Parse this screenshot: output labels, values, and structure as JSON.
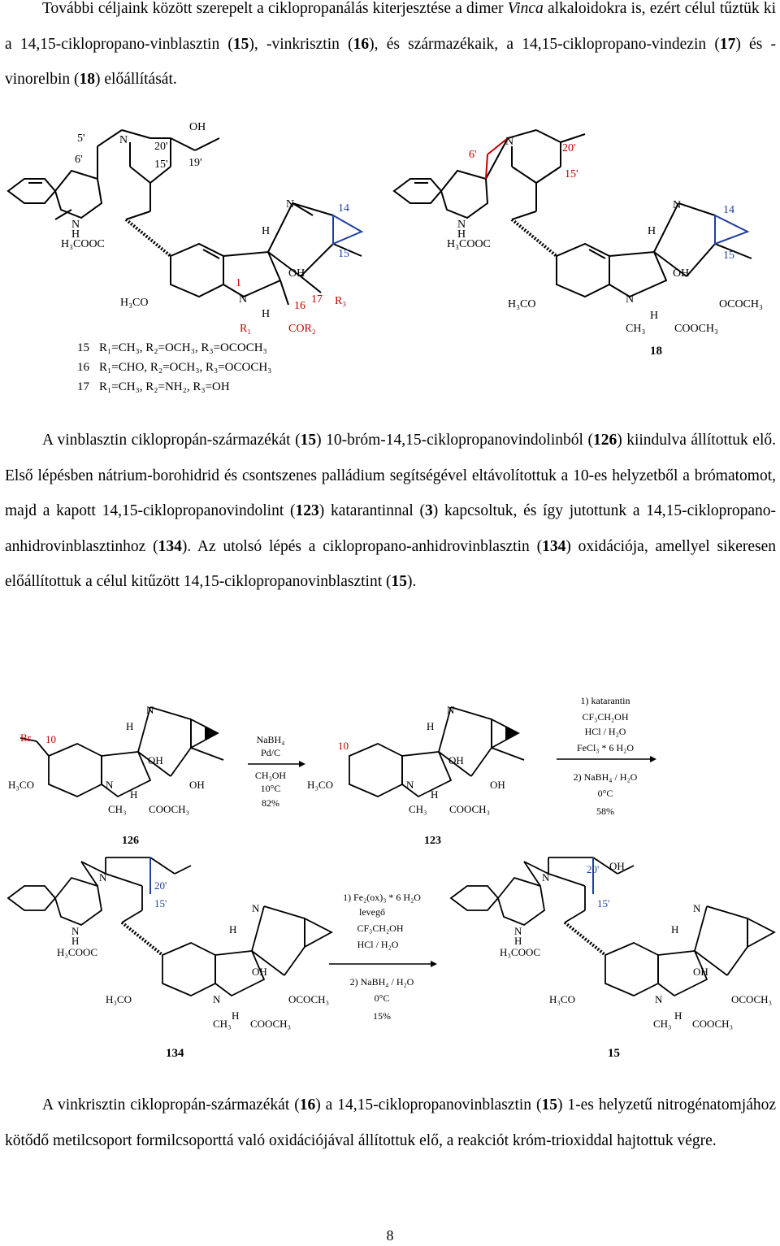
{
  "page_number": "8",
  "paragraph1": {
    "t1": "További céljaink között szerepelt a ciklopropanálás kiterjesztése a dimer ",
    "t2": "Vinca",
    "t3": " alkaloidokra is, ezért célul tűztük ki a 14,15-ciklopropano-vinblasztin (",
    "b1": "15",
    "t4": "), -vinkrisztin (",
    "b2": "16",
    "t5": "), és származékaik, a 14,15-ciklopropano-vindezin (",
    "b3": "17",
    "t6": ") és -vinorelbin (",
    "b4": "18",
    "t7": ") előállítását."
  },
  "paragraph2": {
    "t1": "A vinblasztin ciklopropán-származékát (",
    "b1": "15",
    "t2": ") 10-bróm-14,15-ciklopropanovindolinból (",
    "b2": "126",
    "t3": ") kiindulva állítottuk elő. Első lépésben nátrium-borohidrid és csontszenes palládium segítségével eltávolítottuk a 10-es helyzetből a brómatomot, majd a kapott 14,15-ciklopropanovindolint (",
    "b3": "123",
    "t4": ") katarantinnal (",
    "b4": "3",
    "t5": ") kapcsoltuk, és így jutottunk a 14,15-ciklopropano-anhidrovinblasztinhoz (",
    "b5": "134",
    "t6": "). Az utolsó lépés a ciklopropano-anhidrovinblasztin (",
    "b6": "134",
    "t7": ") oxidációja, amellyel sikeresen előállítottuk a célul kitűzött 14,15-ciklopropanovinblasztint (",
    "b7": "15",
    "t8": ")."
  },
  "paragraph3": {
    "t1": "A vinkrisztin ciklopropán-származékát (",
    "b1": "16",
    "t2": ") a 14,15-ciklopropanovinblasztin (",
    "b2": "15",
    "t3": ") 1-es helyzetű nitrogénatomjához kötődő metilcsoport formilcsoporttá való oxidációjával állítottuk elő, a reakciót króm-trioxiddal hajtottuk végre."
  },
  "scheme1": {
    "atoms": {
      "n": "N",
      "h": "H",
      "oh": "OH",
      "h3cooc": "H₃COOC",
      "h3co": "H₃CO",
      "cor2": "COR₂",
      "r1": "R₁",
      "r3": "R₃",
      "ococh3": "OCOCH₃",
      "cooch3": "COOCH₃",
      "ch3": "CH₃"
    },
    "positions": {
      "p5p": "5'",
      "p6p": "6'",
      "p20p": "20'",
      "p15p": "15'",
      "p19p": "19'",
      "p14": "14",
      "p15": "15",
      "p1": "1",
      "p16": "16",
      "p17": "17"
    },
    "compounds": [
      {
        "num": "15",
        "desc": "R₁=CH₃, R₂=OCH₃, R₃=OCOCH₃"
      },
      {
        "num": "16",
        "desc": "R₁=CHO, R₂=OCH₃, R₃=OCOCH₃"
      },
      {
        "num": "17",
        "desc": "R₁=CH₃, R₂=NH₂, R₃=OH"
      }
    ],
    "compound18": "18"
  },
  "scheme2": {
    "br": "Br",
    "p10": "10",
    "label126": "126",
    "label123": "123",
    "label134": "134",
    "label15": "15",
    "cond1": [
      "NaBH₄",
      "Pd/C",
      "CH₃OH",
      "10°C",
      "82%"
    ],
    "cond2": [
      "1) katarantin",
      "CF₃CH₂OH",
      "HCl / H₂O",
      "FeCl₃ * 6 H₂O",
      "2) NaBH₄ / H₂O",
      "0°C",
      "58%"
    ],
    "cond3": [
      "1) Fe₂(ox)₃ * 6 H₂O",
      "levegő",
      "CF₃CH₂OH",
      "HCl / H₂O",
      "2) NaBH₄ / H₂O",
      "0°C",
      "15%"
    ],
    "p20p": "20'",
    "p15p": "15'"
  }
}
